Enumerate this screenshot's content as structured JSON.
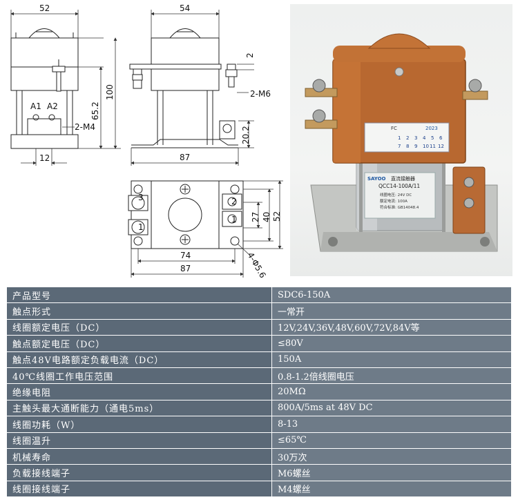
{
  "drawing": {
    "front_view": {
      "width_dim": "52",
      "terminal_labels": [
        "A1",
        "A2"
      ],
      "terminal_thread": "2-M4",
      "terminal_spacing": "12",
      "height_total": "100",
      "height_coil": "65.2"
    },
    "side_view": {
      "width_top": "54",
      "bracket_thickness": "2",
      "stud_thread": "2-M6",
      "base_height": "20.2",
      "width_base": "87"
    },
    "top_view": {
      "contact_numbers": [
        "3",
        "1",
        "2",
        "1"
      ],
      "hole_spacing_x": "74",
      "width_total": "87",
      "inner_dim": "27",
      "hole_spacing_y": "40",
      "depth_total": "52",
      "mounting_holes": "4-Φ5.6"
    }
  },
  "photo": {
    "brand": "SAYOO",
    "product_name": "直流接触器",
    "model": "QCC14-100A/11",
    "cert": "FC",
    "year": "2023",
    "months_row1": [
      "1",
      "2",
      "3",
      "4",
      "5",
      "6"
    ],
    "months_row2": [
      "7",
      "8",
      "9",
      "10",
      "11",
      "12"
    ],
    "label_lines": [
      "线圈电压: 24V DC",
      "额定电流: 100A",
      "符合标准: GB14048.4"
    ],
    "colors": {
      "housing": "#b86830",
      "base": "#c9cbc8",
      "coil": "#b8bcbe"
    }
  },
  "specs": [
    {
      "label": "产品型号",
      "value": "SDC6-150A"
    },
    {
      "label": "触点形式",
      "value": "一常开"
    },
    {
      "label": "线圈额定电压（DC）",
      "value": "12V,24V,36V,48V,60V,72V,84V等"
    },
    {
      "label": "触点额定电压（DC）",
      "value": "≤80V"
    },
    {
      "label": "触点48V电路额定负载电流（DC）",
      "value": "150A"
    },
    {
      "label": "40℃线圈工作电压范围",
      "value": "0.8-1.2倍线圈电压"
    },
    {
      "label": "绝缘电阻",
      "value": "20MΩ"
    },
    {
      "label": "主触头最大通断能力（通电5ms）",
      "value": "800A/5ms at 48V DC"
    },
    {
      "label": "线圈功耗（W）",
      "value": "8-13"
    },
    {
      "label": "线圈温升",
      "value": "≤65℃"
    },
    {
      "label": "机械寿命",
      "value": "30万次"
    },
    {
      "label": "负载接线端子",
      "value": "M6螺丝"
    },
    {
      "label": "线圈接线端子",
      "value": "M4螺丝"
    }
  ]
}
